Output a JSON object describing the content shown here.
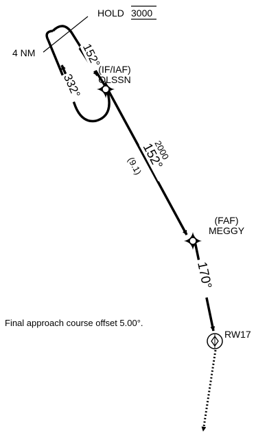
{
  "hold": {
    "label": "HOLD",
    "altitude": "3000",
    "leg_length": "4 NM",
    "inbound_course": "152°",
    "outbound_course": "332°"
  },
  "fixes": {
    "olssn": {
      "role": "(IF/IAF)",
      "name": "OLSSN"
    },
    "meggy": {
      "role": "(FAF)",
      "name": "MEGGY"
    },
    "runway": {
      "name": "RW17"
    }
  },
  "segments": {
    "intermediate": {
      "altitude": "2000",
      "course": "152°",
      "distance": "(9.1)"
    },
    "final": {
      "course": "170°"
    }
  },
  "note": "Final approach course offset 5.00°.",
  "colors": {
    "ink": "#000000",
    "background": "#ffffff"
  }
}
